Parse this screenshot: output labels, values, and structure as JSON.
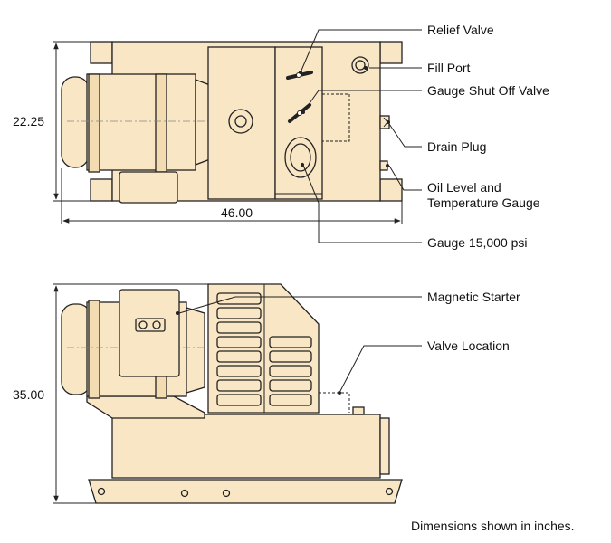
{
  "top_view": {
    "width_dimension": "46.00",
    "height_dimension": "22.25",
    "labels": {
      "relief_valve": "Relief Valve",
      "fill_port": "Fill Port",
      "gauge_shut_off_valve": "Gauge Shut Off Valve",
      "drain_plug": "Drain Plug",
      "oil_level_line1": "Oil Level and",
      "oil_level_line2": "Temperature Gauge",
      "gauge": "Gauge 15,000 psi"
    }
  },
  "side_view": {
    "height_dimension": "35.00",
    "labels": {
      "magnetic_starter": "Magnetic Starter",
      "valve_location": "Valve Location"
    }
  },
  "footnote": "Dimensions shown in inches.",
  "colors": {
    "body_fill": "#f9e6c4",
    "outline": "#222222"
  }
}
